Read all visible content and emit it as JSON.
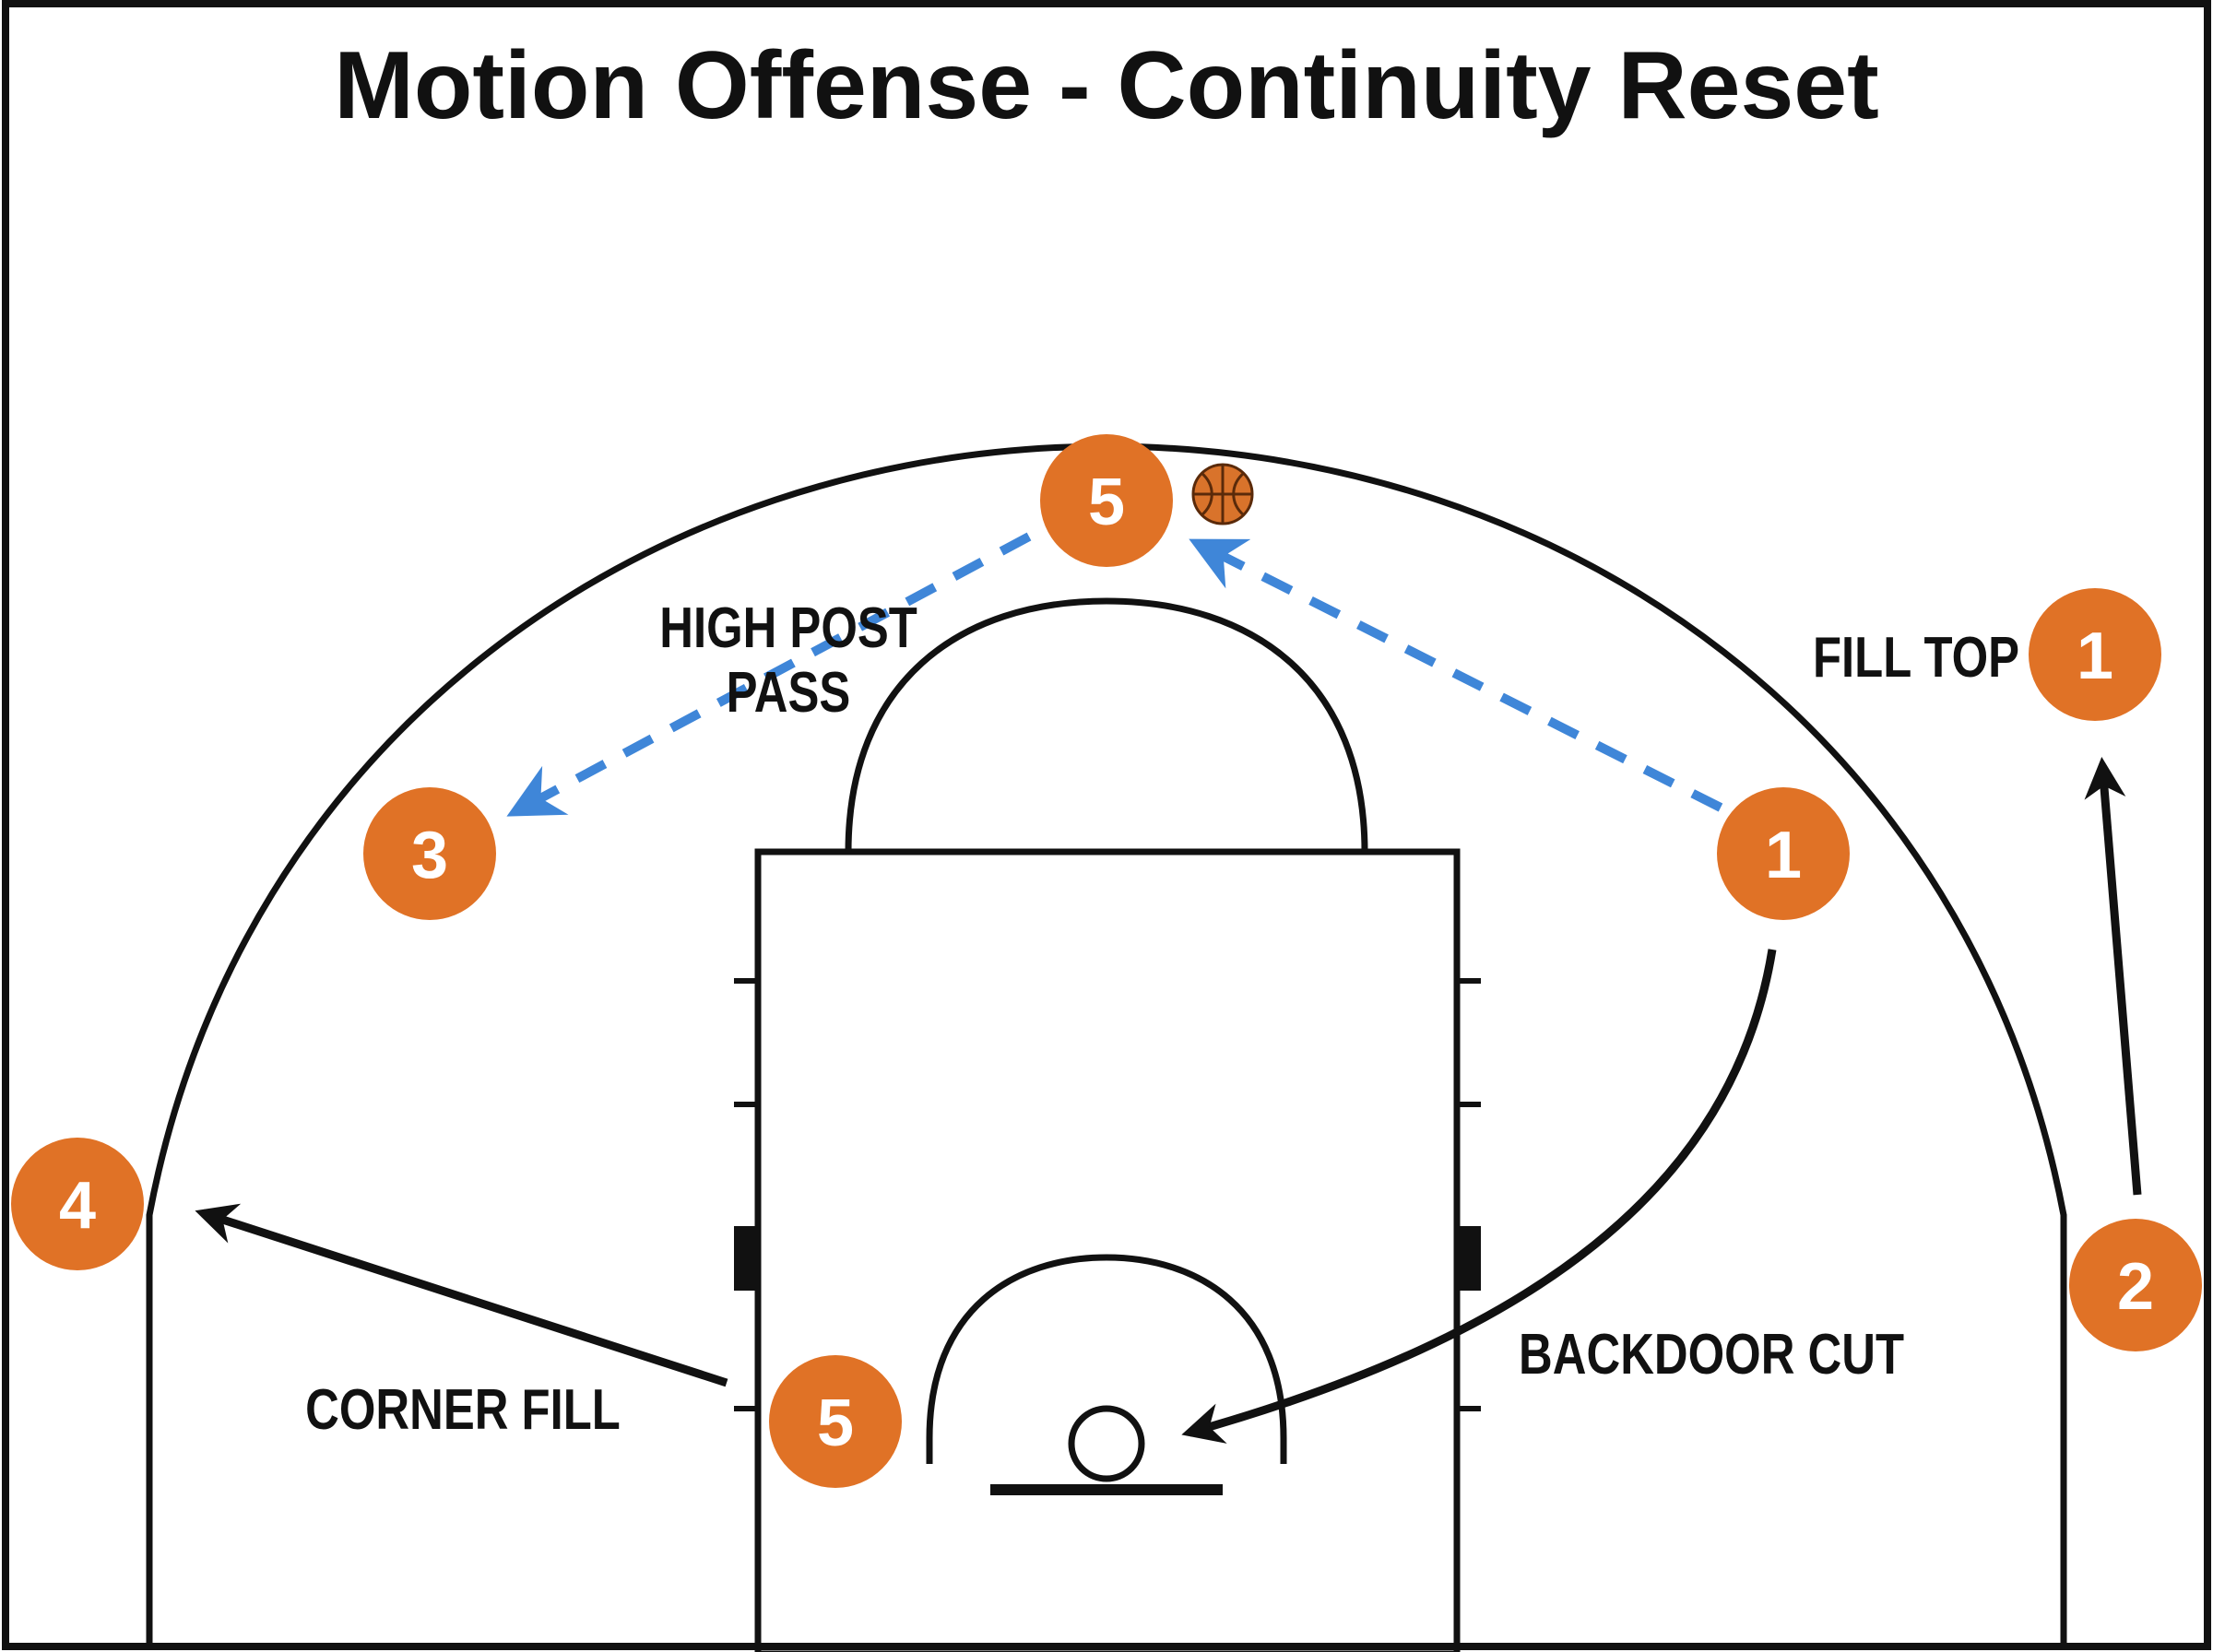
{
  "title": "Motion Offense - Continuity Reset",
  "colors": {
    "court_lines": "#111111",
    "player_fill": "#E07226",
    "player_text": "#ffffff",
    "pass_line": "#3F86D8",
    "cut_line": "#111111",
    "ball": "#D9732B"
  },
  "players": [
    {
      "id": "p5-top",
      "number": "5",
      "has_ball": true
    },
    {
      "id": "p1-fill-top",
      "number": "1"
    },
    {
      "id": "p3",
      "number": "3"
    },
    {
      "id": "p1-wing",
      "number": "1"
    },
    {
      "id": "p4",
      "number": "4"
    },
    {
      "id": "p2",
      "number": "2"
    },
    {
      "id": "p5-low",
      "number": "5"
    }
  ],
  "labels": {
    "high_post_pass_line1": "HIGH POST",
    "high_post_pass_line2": "PASS",
    "fill_top": "FILL TOP",
    "corner_fill": "CORNER FILL",
    "backdoor_cut": "BACKDOOR CUT"
  },
  "actions": [
    {
      "type": "pass",
      "from": "p1-wing",
      "to": "p5-top"
    },
    {
      "type": "pass",
      "from": "p5-top",
      "to": "p3"
    },
    {
      "type": "cut",
      "from": "p1-wing",
      "to": "basket",
      "label": "BACKDOOR CUT"
    },
    {
      "type": "cut",
      "from": "p2",
      "to": "p1-fill-top",
      "label": "FILL TOP"
    },
    {
      "type": "cut",
      "from": "p5-low",
      "to": "p4",
      "label": "CORNER FILL"
    }
  ],
  "icons": [
    "basketball-icon"
  ]
}
